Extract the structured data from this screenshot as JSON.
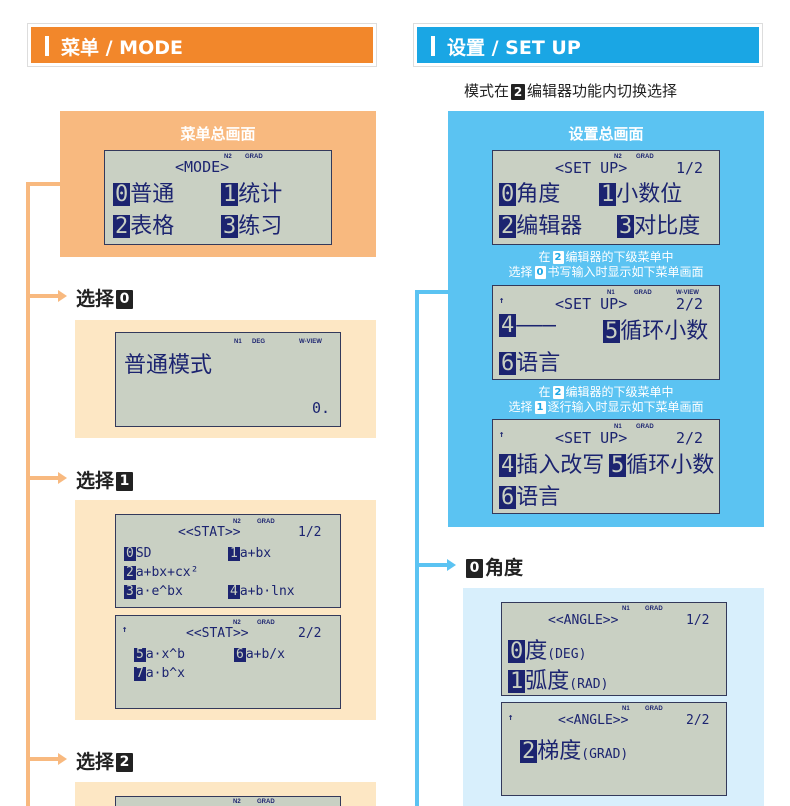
{
  "left_header": "菜单 / MODE",
  "right_header": "设置 / SET UP",
  "setup_note": {
    "pre": "模式在",
    "badge": "2",
    "post": "编辑器功能内切换选择"
  },
  "menu_panel": {
    "title": "菜单总画面",
    "lcd": {
      "indicators": [
        "N2",
        "GRAD"
      ],
      "header": "<MODE>",
      "items": [
        {
          "num": "0",
          "label": "普通"
        },
        {
          "num": "1",
          "label": "统计"
        },
        {
          "num": "2",
          "label": "表格"
        },
        {
          "num": "3",
          "label": "练习"
        }
      ]
    }
  },
  "select0": {
    "label": "选择",
    "badge": "0",
    "lcd": {
      "indicators": [
        "N1",
        "DEG",
        "W-VIEW"
      ],
      "text": "普通模式",
      "value": "0."
    }
  },
  "select1": {
    "label": "选择",
    "badge": "1",
    "lcd1": {
      "indicators": [
        "N2",
        "GRAD"
      ],
      "header": "<<STAT>>",
      "page": "1/2",
      "rows": [
        [
          {
            "num": "0",
            "label": "SD"
          },
          {
            "num": "1",
            "label": "a+bx"
          }
        ],
        [
          {
            "num": "2",
            "label": "a+bx+cx²"
          }
        ],
        [
          {
            "num": "3",
            "label": "a·e^bx"
          },
          {
            "num": "4",
            "label": "a+b·lnx"
          }
        ]
      ]
    },
    "lcd2": {
      "indicators": [
        "N2",
        "GRAD"
      ],
      "arrow": "↑",
      "header": "<<STAT>>",
      "page": "2/2",
      "rows": [
        [
          {
            "num": "5",
            "label": "a·x^b"
          },
          {
            "num": "6",
            "label": "a+b/x"
          }
        ],
        [
          {
            "num": "7",
            "label": "a·b^x"
          }
        ]
      ]
    }
  },
  "select2": {
    "label": "选择",
    "badge": "2",
    "lcd": {
      "indicators": [
        "N2",
        "GRAD"
      ]
    }
  },
  "setup_panel": {
    "title": "设置总画面",
    "lcd": {
      "indicators": [
        "N2",
        "GRAD"
      ],
      "header": "<SET UP>",
      "page": "1/2",
      "items": [
        {
          "num": "0",
          "label": "角度"
        },
        {
          "num": "1",
          "label": "小数位"
        },
        {
          "num": "2",
          "label": "编辑器"
        },
        {
          "num": "3",
          "label": "对比度"
        }
      ]
    },
    "note1": {
      "line1_pre": "在",
      "line1_badge": "2",
      "line1_post": "编辑器的下级菜单中",
      "line2_pre": "选择",
      "line2_badge": "0",
      "line2_post": "书写输入时显示如下菜单画面"
    },
    "lcd_a": {
      "indicators": [
        "N1",
        "GRAD",
        "W-VIEW"
      ],
      "arrow": "↑",
      "header": "<SET UP>",
      "page": "2/2",
      "rows": [
        [
          {
            "num": "4",
            "label": "———"
          },
          {
            "num": "5",
            "label": "循环小数"
          }
        ],
        [
          {
            "num": "6",
            "label": "语言"
          }
        ]
      ]
    },
    "note2": {
      "line1_pre": "在",
      "line1_badge": "2",
      "line1_post": "编辑器的下级菜单中",
      "line2_pre": "选择",
      "line2_badge": "1",
      "line2_post": "逐行输入时显示如下菜单画面"
    },
    "lcd_b": {
      "indicators": [
        "N1",
        "GRAD"
      ],
      "arrow": "↑",
      "header": "<SET UP>",
      "page": "2/2",
      "rows": [
        [
          {
            "num": "4",
            "label": "插入改写"
          },
          {
            "num": "5",
            "label": "循环小数"
          }
        ],
        [
          {
            "num": "6",
            "label": "语言"
          }
        ]
      ]
    }
  },
  "angle": {
    "badge": "0",
    "label": "角度",
    "lcd1": {
      "indicators": [
        "N1",
        "GRAD"
      ],
      "header": "<<ANGLE>>",
      "page": "1/2",
      "rows": [
        {
          "num": "0",
          "label": "度",
          "sub": "(DEG)"
        },
        {
          "num": "1",
          "label": "弧度",
          "sub": "(RAD)"
        }
      ]
    },
    "lcd2": {
      "indicators": [
        "N1",
        "GRAD"
      ],
      "arrow": "↑",
      "header": "<<ANGLE>>",
      "page": "2/2",
      "rows": [
        {
          "num": "2",
          "label": "梯度",
          "sub": "(GRAD)"
        }
      ]
    }
  }
}
